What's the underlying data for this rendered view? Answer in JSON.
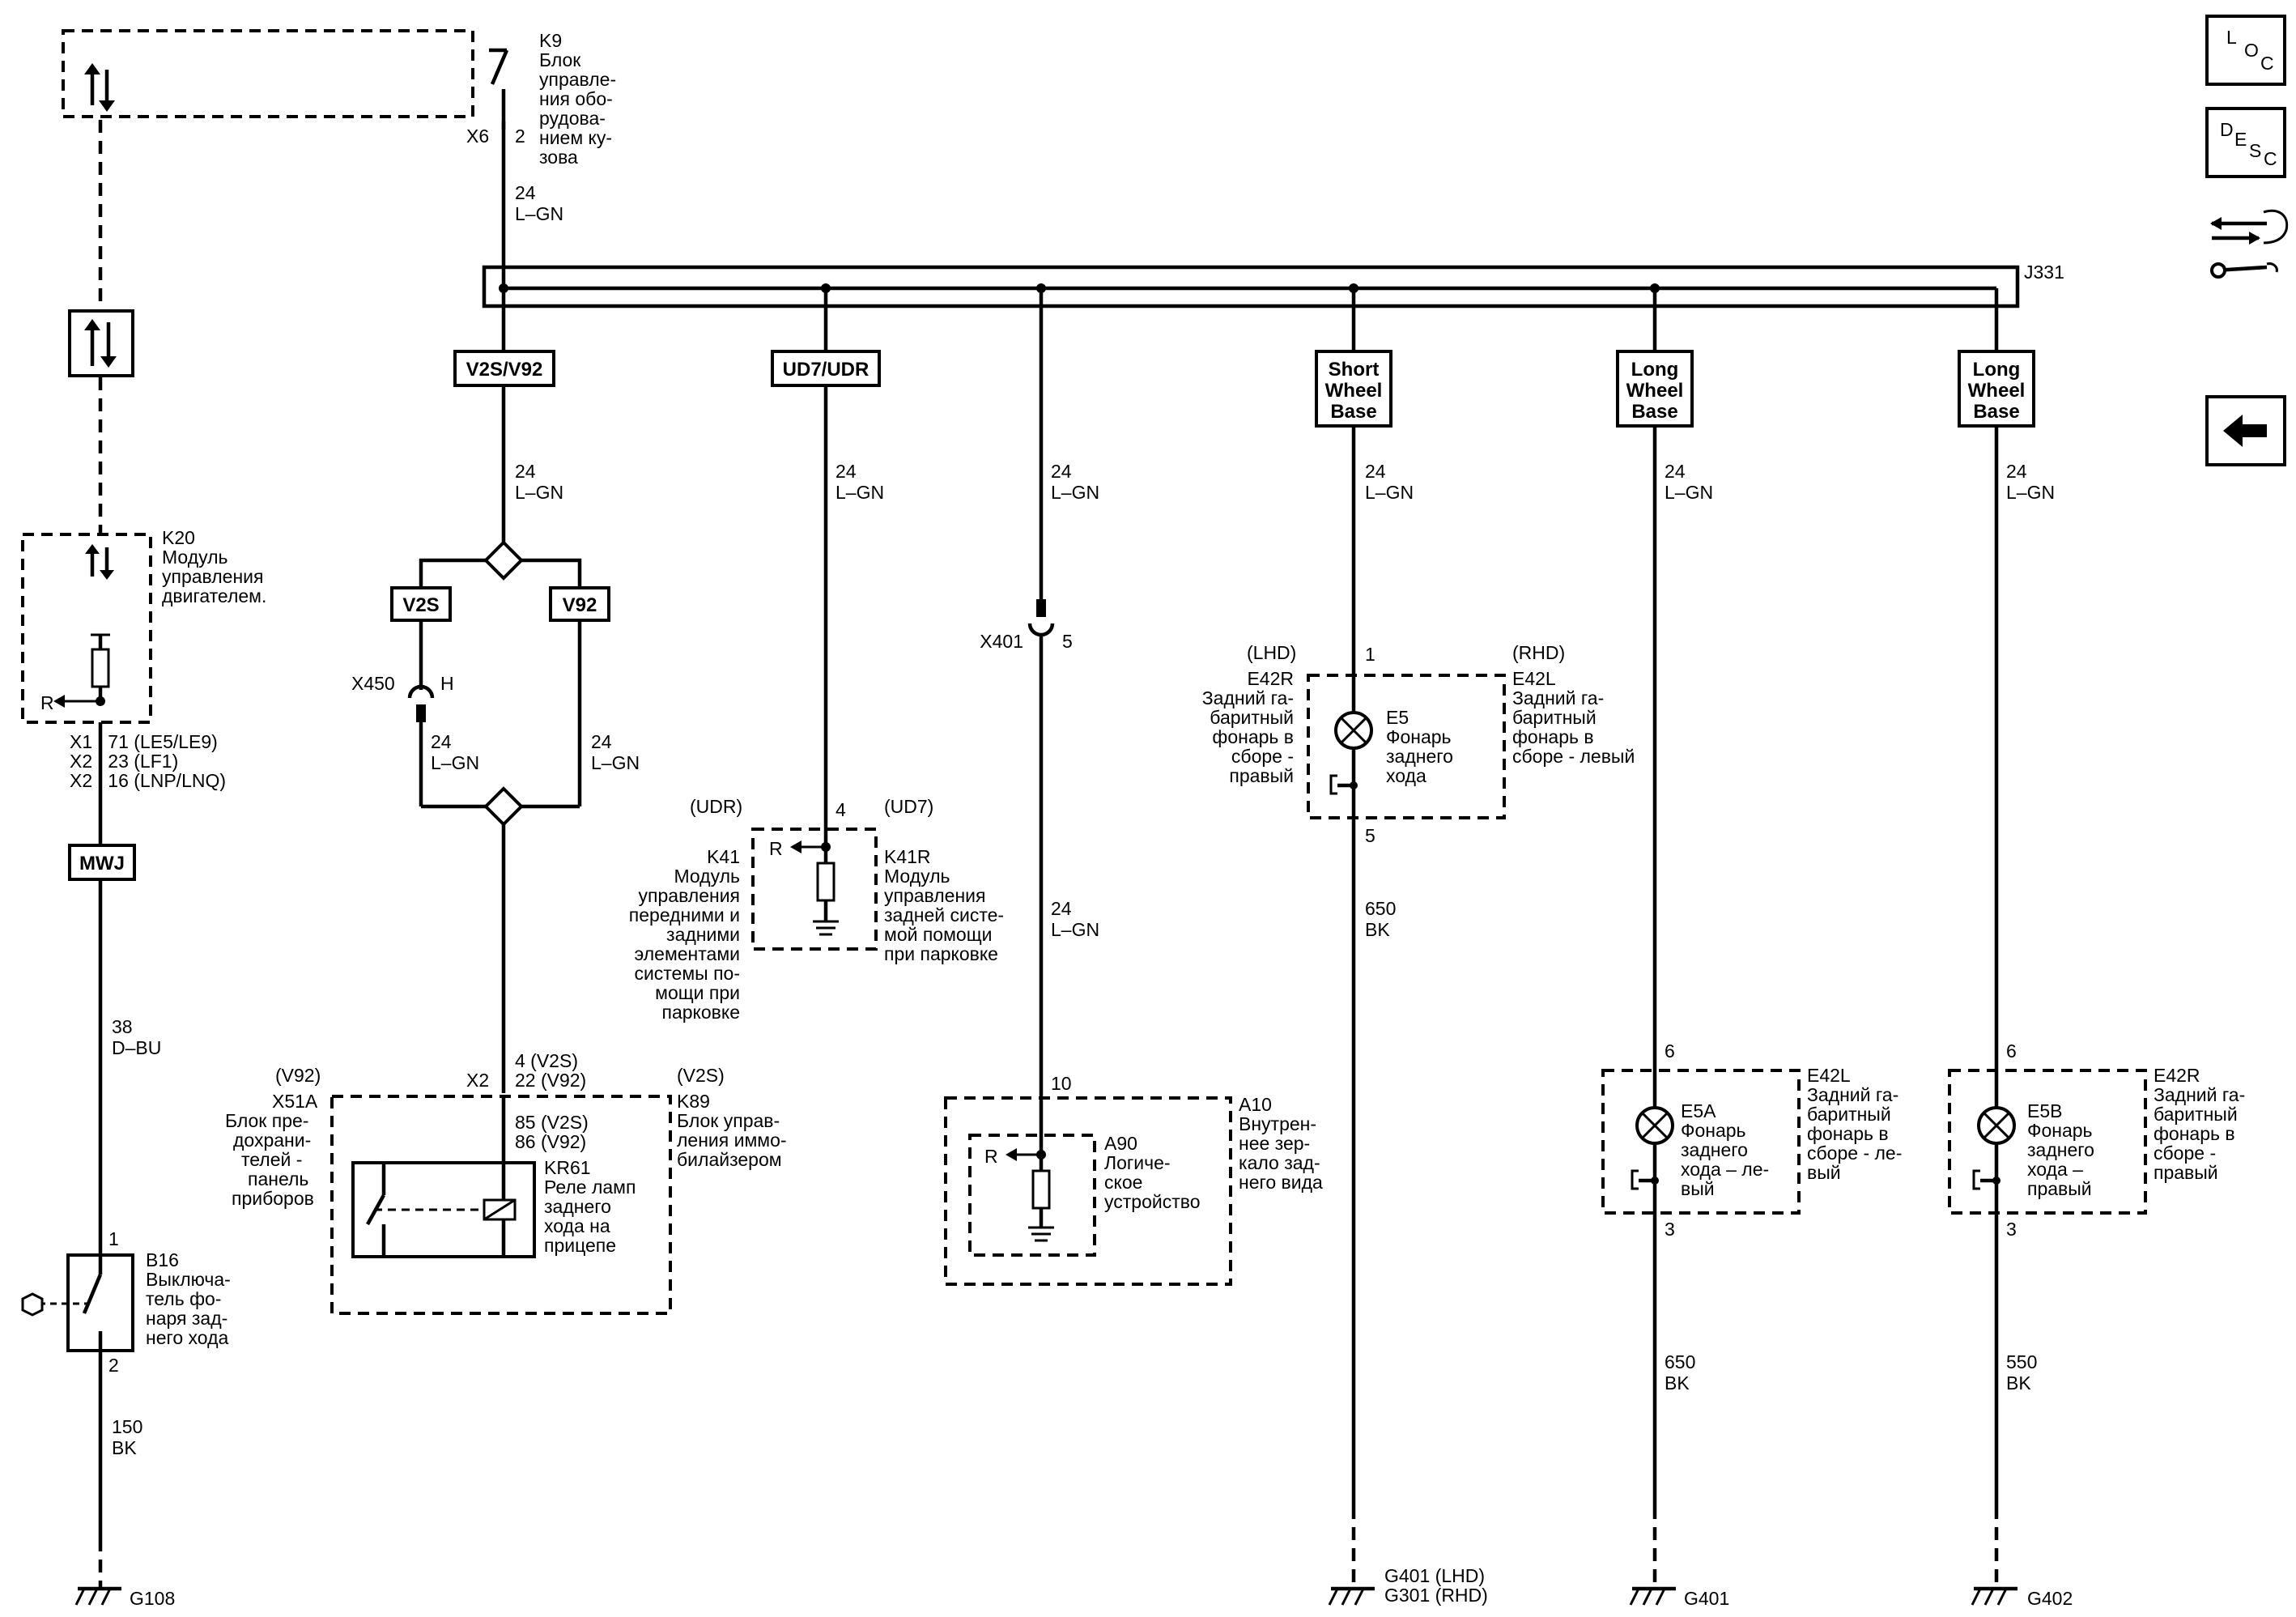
{
  "components": {
    "k9": {
      "ref": "K9",
      "desc": [
        "Блок",
        "управле-",
        "ния обо-",
        "рудова-",
        "нием ку-",
        "зова"
      ],
      "connector": "X6",
      "pin": "2"
    },
    "k20": {
      "ref": "K20",
      "desc": [
        "Модуль",
        "управления",
        "двигателем."
      ]
    },
    "k20_pins": [
      "X1   71 (LE5/LE9)",
      "X2   23 (LF1)",
      "X2   16 (LNP/LNQ)"
    ],
    "b16": {
      "ref": "B16",
      "desc": [
        "Выключа-",
        "тель фо-",
        "наря зад-",
        "него хода"
      ],
      "pin_top": "1",
      "pin_bottom": "2"
    },
    "k41": {
      "variant": "(UDR)",
      "ref": "K41",
      "desc": [
        "Модуль",
        "управления",
        "передними и",
        "задними",
        "элементами",
        "системы по-",
        "мощи при",
        "парковке"
      ]
    },
    "k41r": {
      "variant": "(UD7)",
      "ref": "K41R",
      "desc": [
        "Модуль",
        "управления",
        "задней систе-",
        "мой помощи",
        "при парковке"
      ],
      "pin": "4"
    },
    "x51a": {
      "variant": "(V92)",
      "ref": "X51A",
      "desc": [
        "Блок пре-",
        "дохрани-",
        "телей -",
        "панель",
        "приборов"
      ]
    },
    "k89": {
      "variant": "(V2S)",
      "ref": "K89",
      "desc": [
        "Блок управ-",
        "ления иммо-",
        "билайзером"
      ]
    },
    "x2_pins": {
      "connector": "X2",
      "pin_a": "4 (V2S)",
      "pin_b": "22 (V92)"
    },
    "kr61": {
      "pin_a": "85 (V2S)",
      "pin_b": "86 (V92)",
      "ref": "KR61",
      "desc": [
        "Реле ламп",
        "заднего",
        "хода на",
        "прицепе"
      ]
    },
    "a10": {
      "ref": "A10",
      "desc": [
        "Внутрен-",
        "нее зер-",
        "кало зад-",
        "него вида"
      ],
      "pin": "10"
    },
    "a90": {
      "ref": "A90",
      "desc": [
        "Логиче-",
        "ское",
        "устройство"
      ]
    },
    "x401": {
      "ref": "X401",
      "pin": "5"
    },
    "x450": {
      "ref": "X450",
      "pin": "H"
    },
    "e42r_lhd": {
      "variant": "(LHD)",
      "ref": "E42R",
      "desc": [
        "Задний га-",
        "баритный",
        "фонарь в",
        "сборе -",
        "правый"
      ]
    },
    "e42l_rhd": {
      "variant": "(RHD)",
      "ref": "E42L",
      "desc": [
        "Задний га-",
        "баритный",
        "фонарь в",
        "сборе - левый"
      ]
    },
    "e5": {
      "ref": "E5",
      "desc": [
        "Фонарь",
        "заднего",
        "хода"
      ],
      "pin_top": "1",
      "pin_bottom": "5"
    },
    "e5a": {
      "ref": "E5A",
      "desc": [
        "Фонарь",
        "заднего",
        "хода – ле-",
        "вый"
      ],
      "pin_top": "6",
      "pin_bottom": "3"
    },
    "e42l_2": {
      "ref": "E42L",
      "desc": [
        "Задний га-",
        "баритный",
        "фонарь в",
        "сборе - ле-",
        "вый"
      ]
    },
    "e5b": {
      "ref": "E5B",
      "desc": [
        "Фонарь",
        "заднего",
        "хода –",
        "правый"
      ],
      "pin_top": "6",
      "pin_bottom": "3"
    },
    "e42r_2": {
      "ref": "E42R",
      "desc": [
        "Задний га-",
        "баритный",
        "фонарь в",
        "сборе -",
        "правый"
      ]
    },
    "splice": "J331",
    "relay_out": "R"
  },
  "option_boxes": {
    "v2s_v92": "V2S/V92",
    "ud7_udr": "UD7/UDR",
    "short_wb": [
      "Short",
      "Wheel",
      "Base"
    ],
    "long_wb": [
      "Long",
      "Wheel",
      "Base"
    ],
    "v2s": "V2S",
    "v92": "V92",
    "mwj": "MWJ"
  },
  "wires": {
    "lgn": [
      "24",
      "L–GN"
    ],
    "dbu": [
      "38",
      "D–BU"
    ],
    "bk150": [
      "150",
      "BK"
    ],
    "bk650": [
      "650",
      "BK"
    ],
    "bk550": [
      "550",
      "BK"
    ]
  },
  "grounds": {
    "g108": "G108",
    "g401_lhd": "G401 (LHD)",
    "g301_rhd": "G301 (RHD)",
    "g401": "G401",
    "g402": "G402"
  },
  "sidebar": {
    "loc": [
      "L",
      "O",
      "C"
    ],
    "desc": [
      "D",
      "E",
      "S",
      "C"
    ]
  },
  "icons": [
    "serial-data-arrows-icon",
    "location-icon",
    "description-icon",
    "connector-hand-wrench-icon",
    "back-arrow-icon",
    "ground-icon",
    "lamp-icon",
    "switch-icon",
    "relay-coil-icon",
    "resistor-icon"
  ]
}
